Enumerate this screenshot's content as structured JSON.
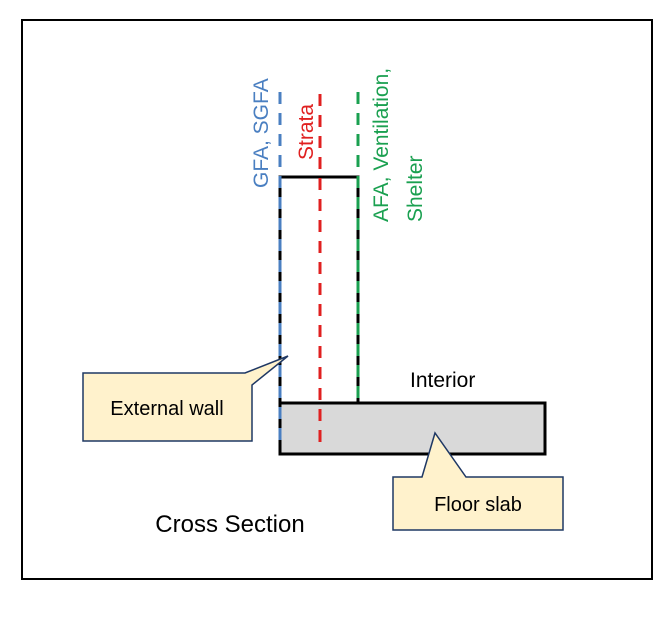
{
  "diagram": {
    "caption": "Cross Section",
    "lines": {
      "gfa_sgfa": {
        "label": "GFA, SGFA",
        "color": "#4a7fc1"
      },
      "strata": {
        "label": "Strata",
        "color": "#e02020"
      },
      "afa": {
        "label_line1": "AFA, Ventilation,",
        "label_line2": "Shelter",
        "color": "#1aa050"
      }
    },
    "labels": {
      "interior": "Interior",
      "external_wall": "External wall",
      "floor_slab": "Floor slab"
    },
    "colors": {
      "frame": "#000000",
      "callout_fill": "#fff2cc",
      "callout_stroke": "#1f3864",
      "slab_fill": "#d9d9d9"
    }
  }
}
